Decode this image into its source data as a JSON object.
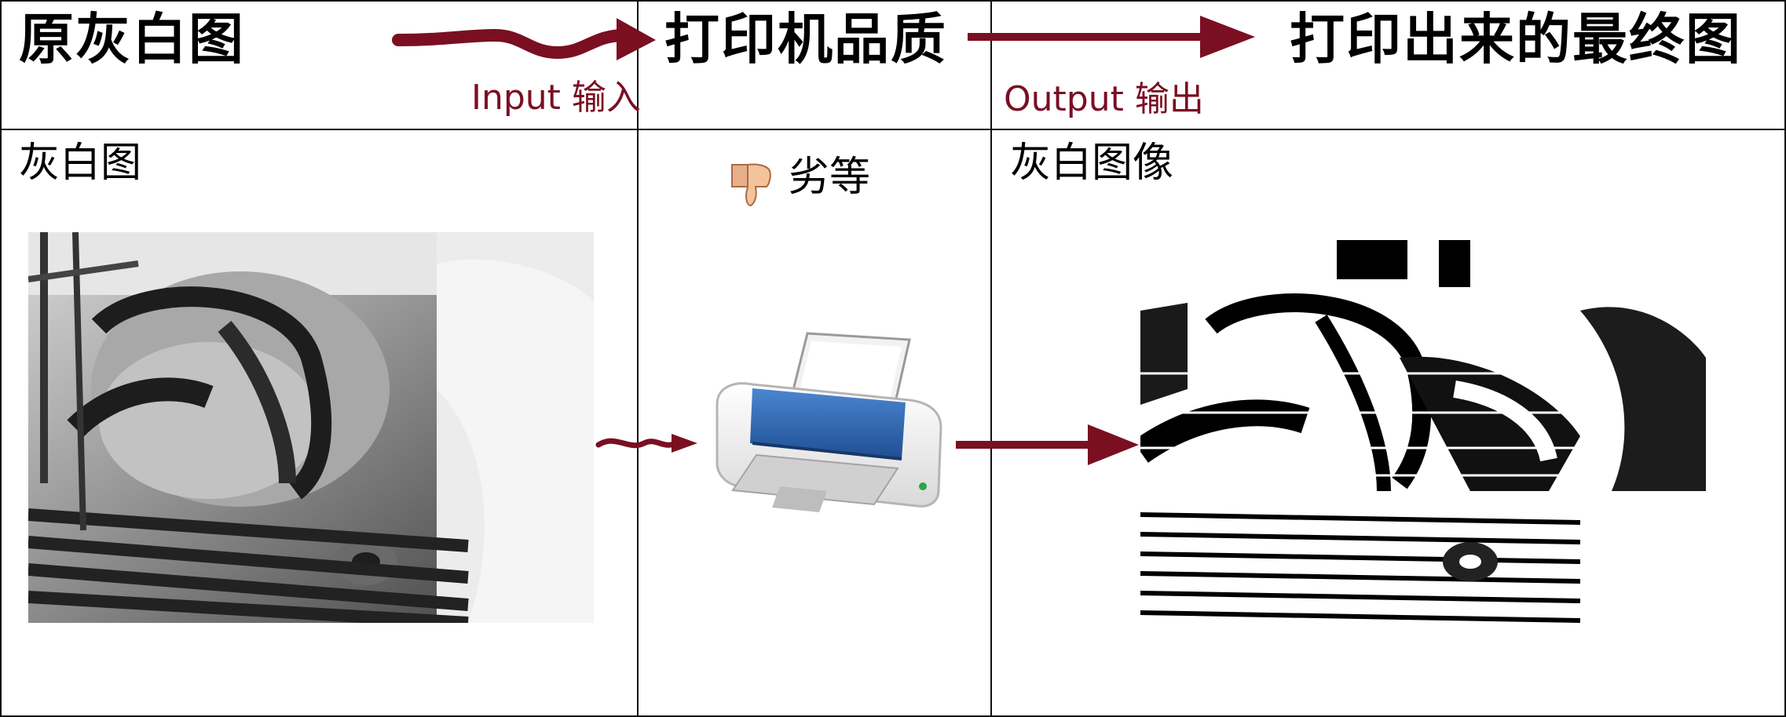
{
  "titles": {
    "original": "原灰白图",
    "quality": "打印机品质",
    "final": "打印出来的最终图"
  },
  "flow": {
    "input_label": "Input 输入",
    "output_label": "Output 输出"
  },
  "panels": {
    "left_label": "灰白图",
    "middle_label": "劣等",
    "right_label": "灰白图像"
  },
  "colors": {
    "arrow": "#7a0f22",
    "printer_blue": "#2f6bb5",
    "grid": "#111111"
  },
  "icons": {
    "quality_icon": "thumbs-down-icon",
    "device_icon": "printer-icon"
  }
}
